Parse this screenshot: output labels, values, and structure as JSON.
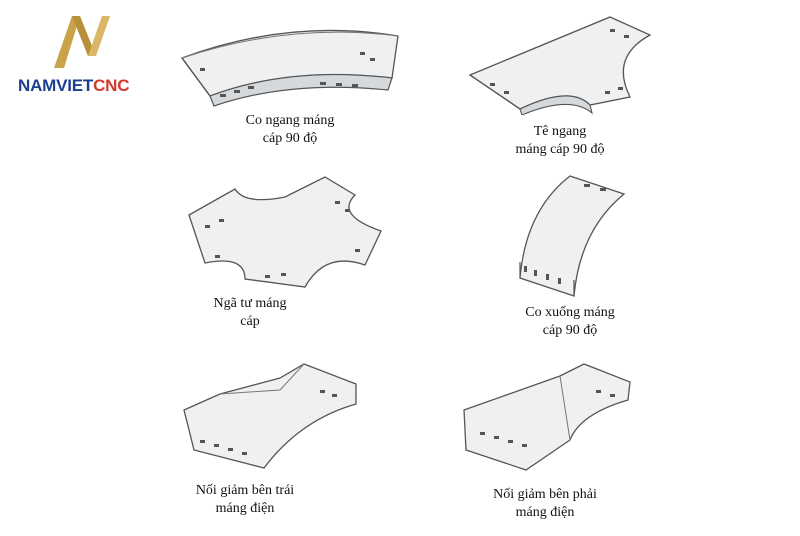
{
  "logo": {
    "text_a": "NAMVIET",
    "text_b": "CNC",
    "gold": "#c9a24a",
    "navy": "#1c3f8f",
    "red": "#d23b2c"
  },
  "items": [
    {
      "line1": "Co ngang máng",
      "line2": "cáp 90 độ"
    },
    {
      "line1": "Tê ngang",
      "line2": "máng cáp 90 độ"
    },
    {
      "line1": "Ngã tư máng",
      "line2": "cáp"
    },
    {
      "line1": "Co xuống máng",
      "line2": "cáp 90 độ"
    },
    {
      "line1": "Nối giảm bên trái",
      "line2": "máng điện"
    },
    {
      "line1": "Nối giảm bên phải",
      "line2": "máng điện"
    }
  ]
}
